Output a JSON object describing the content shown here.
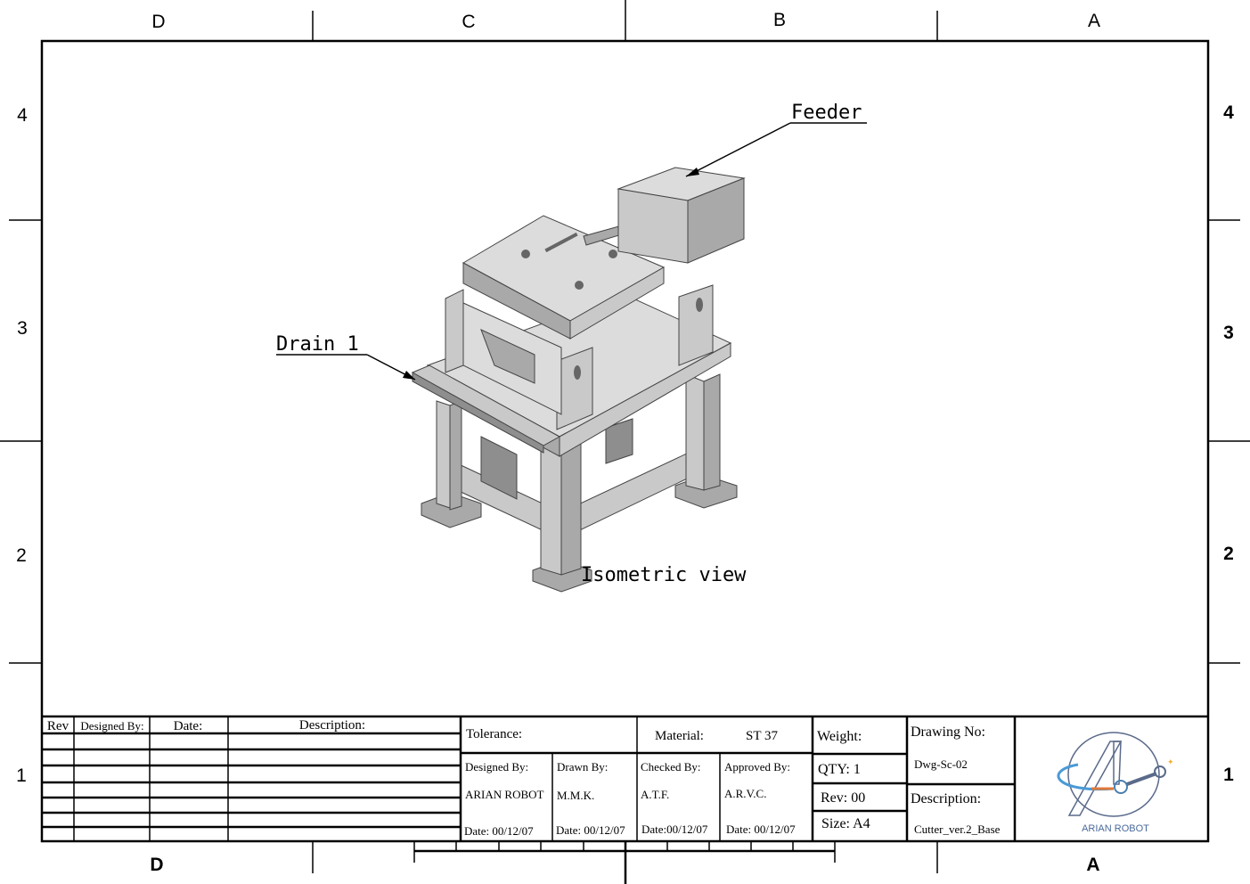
{
  "zones": {
    "columns_top": [
      "D",
      "C",
      "B",
      "A"
    ],
    "columns_bottom": [
      "D",
      "A"
    ],
    "rows_left": [
      "4",
      "3",
      "2",
      "1"
    ],
    "rows_right": [
      "4",
      "3",
      "2",
      "1"
    ]
  },
  "drawing": {
    "labels": {
      "feeder": "Feeder",
      "drain": "Drain 1",
      "view": "Isometric view"
    }
  },
  "revision_table": {
    "headers": [
      "Rev",
      "Designed By:",
      "Date:",
      "Description:"
    ]
  },
  "title_block": {
    "tolerance_label": "Tolerance:",
    "material_label": "Material:",
    "material_value": "ST 37",
    "weight_label": "Weight:",
    "qty": "QTY:  1",
    "rev": "Rev:  00",
    "size": "Size:  A4",
    "drawing_no_label": "Drawing No:",
    "drawing_no_value": "Dwg-Sc-02",
    "description_label": "Description:",
    "description_value": "Cutter_ver.2_Base",
    "designed_by_label": "Designed By:",
    "designed_by_value": "ARIAN ROBOT",
    "designed_date": "Date:  00/12/07",
    "drawn_by_label": "Drawn By:",
    "drawn_by_value": "M.M.K.",
    "drawn_date": "Date:  00/12/07",
    "checked_by_label": "Checked By:",
    "checked_by_value": "A.T.F.",
    "checked_date": "Date:00/12/07",
    "approved_by_label": "Approved By:",
    "approved_by_value": "A.R.V.C.",
    "approved_date": "Date:  00/12/07",
    "logo_text": "ARIAN ROBOT"
  },
  "colors": {
    "logo_blue": "#4a7fb0",
    "logo_orange": "#e07a3a",
    "logo_gray": "#5a6a8a"
  }
}
